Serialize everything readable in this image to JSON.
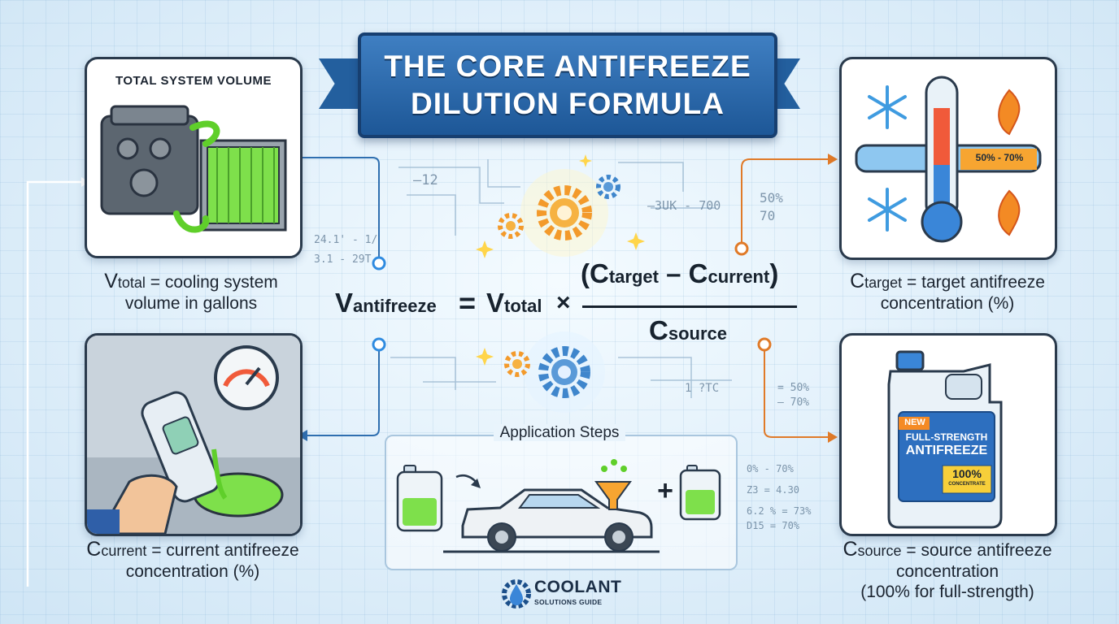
{
  "header": {
    "title_line1": "THE CORE ANTIFREEZE",
    "title_line2": "DILUTION FORMULA"
  },
  "cards": {
    "total_volume": {
      "heading": "TOTAL SYSTEM VOLUME",
      "symbol": "V",
      "subscript": "total",
      "description_line1": "= cooling system",
      "description_line2": "volume in gallons"
    },
    "target": {
      "symbol": "C",
      "subscript": "target",
      "description_line1": "= target antifreeze",
      "description_line2": "concentration (%)",
      "range_label": "50% - 70%"
    },
    "current": {
      "symbol": "C",
      "subscript": "current",
      "description_line1": "= current antifreeze",
      "description_line2": "concentration (%)"
    },
    "source": {
      "symbol": "C",
      "subscript": "source",
      "description_line1": "= source antifreeze",
      "description_line2": "concentration",
      "description_line3": "(100% for full-strength)",
      "jug_badge": "NEW",
      "jug_line1": "FULL-STRENGTH",
      "jug_line2": "ANTIFREEZE",
      "jug_percent": "100%",
      "jug_percent_sub": "CONCENTRATE"
    }
  },
  "formula": {
    "lhs_symbol": "V",
    "lhs_sub": "antifreeze",
    "equals": "=",
    "v_symbol": "V",
    "v_sub": "total",
    "times": "×",
    "open_paren": "(",
    "c1_symbol": "C",
    "c1_sub": "target",
    "minus": "–",
    "c2_symbol": "C",
    "c2_sub": "current",
    "close_paren": ")",
    "den_symbol": "C",
    "den_sub": "source"
  },
  "application": {
    "title": "Application Steps",
    "plus": "+"
  },
  "decorations": {
    "d1": "–12",
    "d2": "24.1' - 1/",
    "d3": "3.1 - 29T",
    "d4": "–3UK - 700",
    "d5": "50%",
    "d6": "70",
    "d7": "1 ?TC",
    "d8": "= 50%",
    "d9": "– 70%",
    "d10": "0% - 70%",
    "d11": "Z3 = 4.30",
    "d12": "6.2 % = 73%",
    "d13": "D15 = 70%"
  },
  "logo": {
    "name": "COOLANT",
    "tagline": "SOLUTIONS GUIDE"
  },
  "colors": {
    "banner": "#2b6cb0",
    "connector_blue": "#2f6fb0",
    "connector_orange": "#e07a28",
    "coolant_green": "#6fd23c"
  }
}
